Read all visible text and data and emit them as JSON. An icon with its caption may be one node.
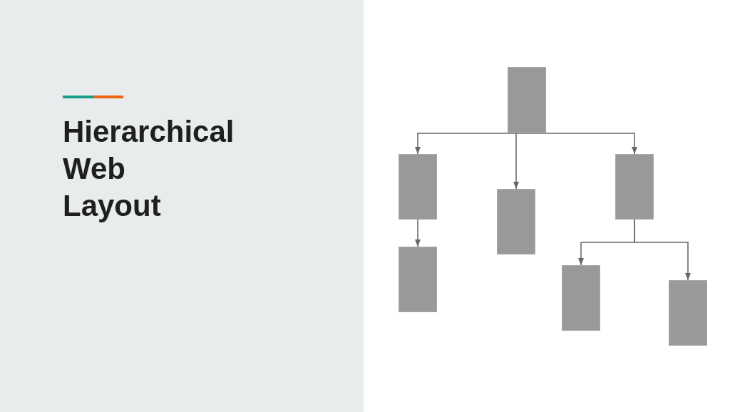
{
  "diagram": {
    "title": "Hierarchical Web Layout",
    "nodes": [
      {
        "text": [],
        "shape": "box"
      },
      {
        "text": [],
        "shape": "box"
      },
      {
        "text": [],
        "shape": "box"
      },
      {
        "text": [],
        "shape": "box"
      },
      {
        "text": [],
        "shape": "box"
      },
      {
        "text": [],
        "shape": "box"
      },
      {
        "text": [],
        "shape": "box"
      }
    ],
    "edges": [
      {
        "from": 0,
        "to": 1,
        "arrow": "to"
      },
      {
        "from": 0,
        "to": 2,
        "arrow": "to"
      },
      {
        "from": 0,
        "to": 3,
        "arrow": "to"
      },
      {
        "from": 1,
        "to": 4,
        "arrow": "to"
      },
      {
        "from": 3,
        "to": 5,
        "arrow": "to"
      },
      {
        "from": 3,
        "to": 6,
        "arrow": "to"
      }
    ]
  }
}
